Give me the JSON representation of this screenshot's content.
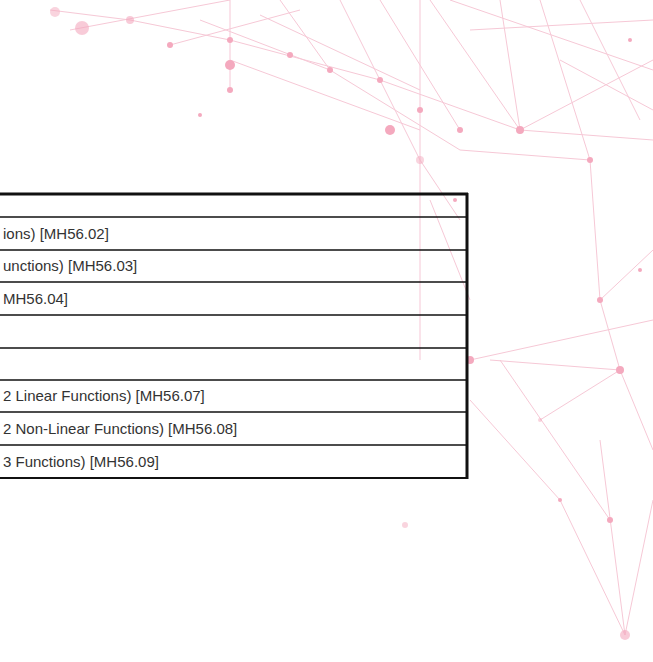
{
  "diagram": {
    "labels": [
      "ions) [MH56.02]",
      "unctions) [MH56.03]",
      "MH56.04]",
      "2 Linear Functions) [MH56.07]",
      "2 Non-Linear Functions) [MH56.08]",
      "3 Functions) [MH56.09]"
    ]
  }
}
